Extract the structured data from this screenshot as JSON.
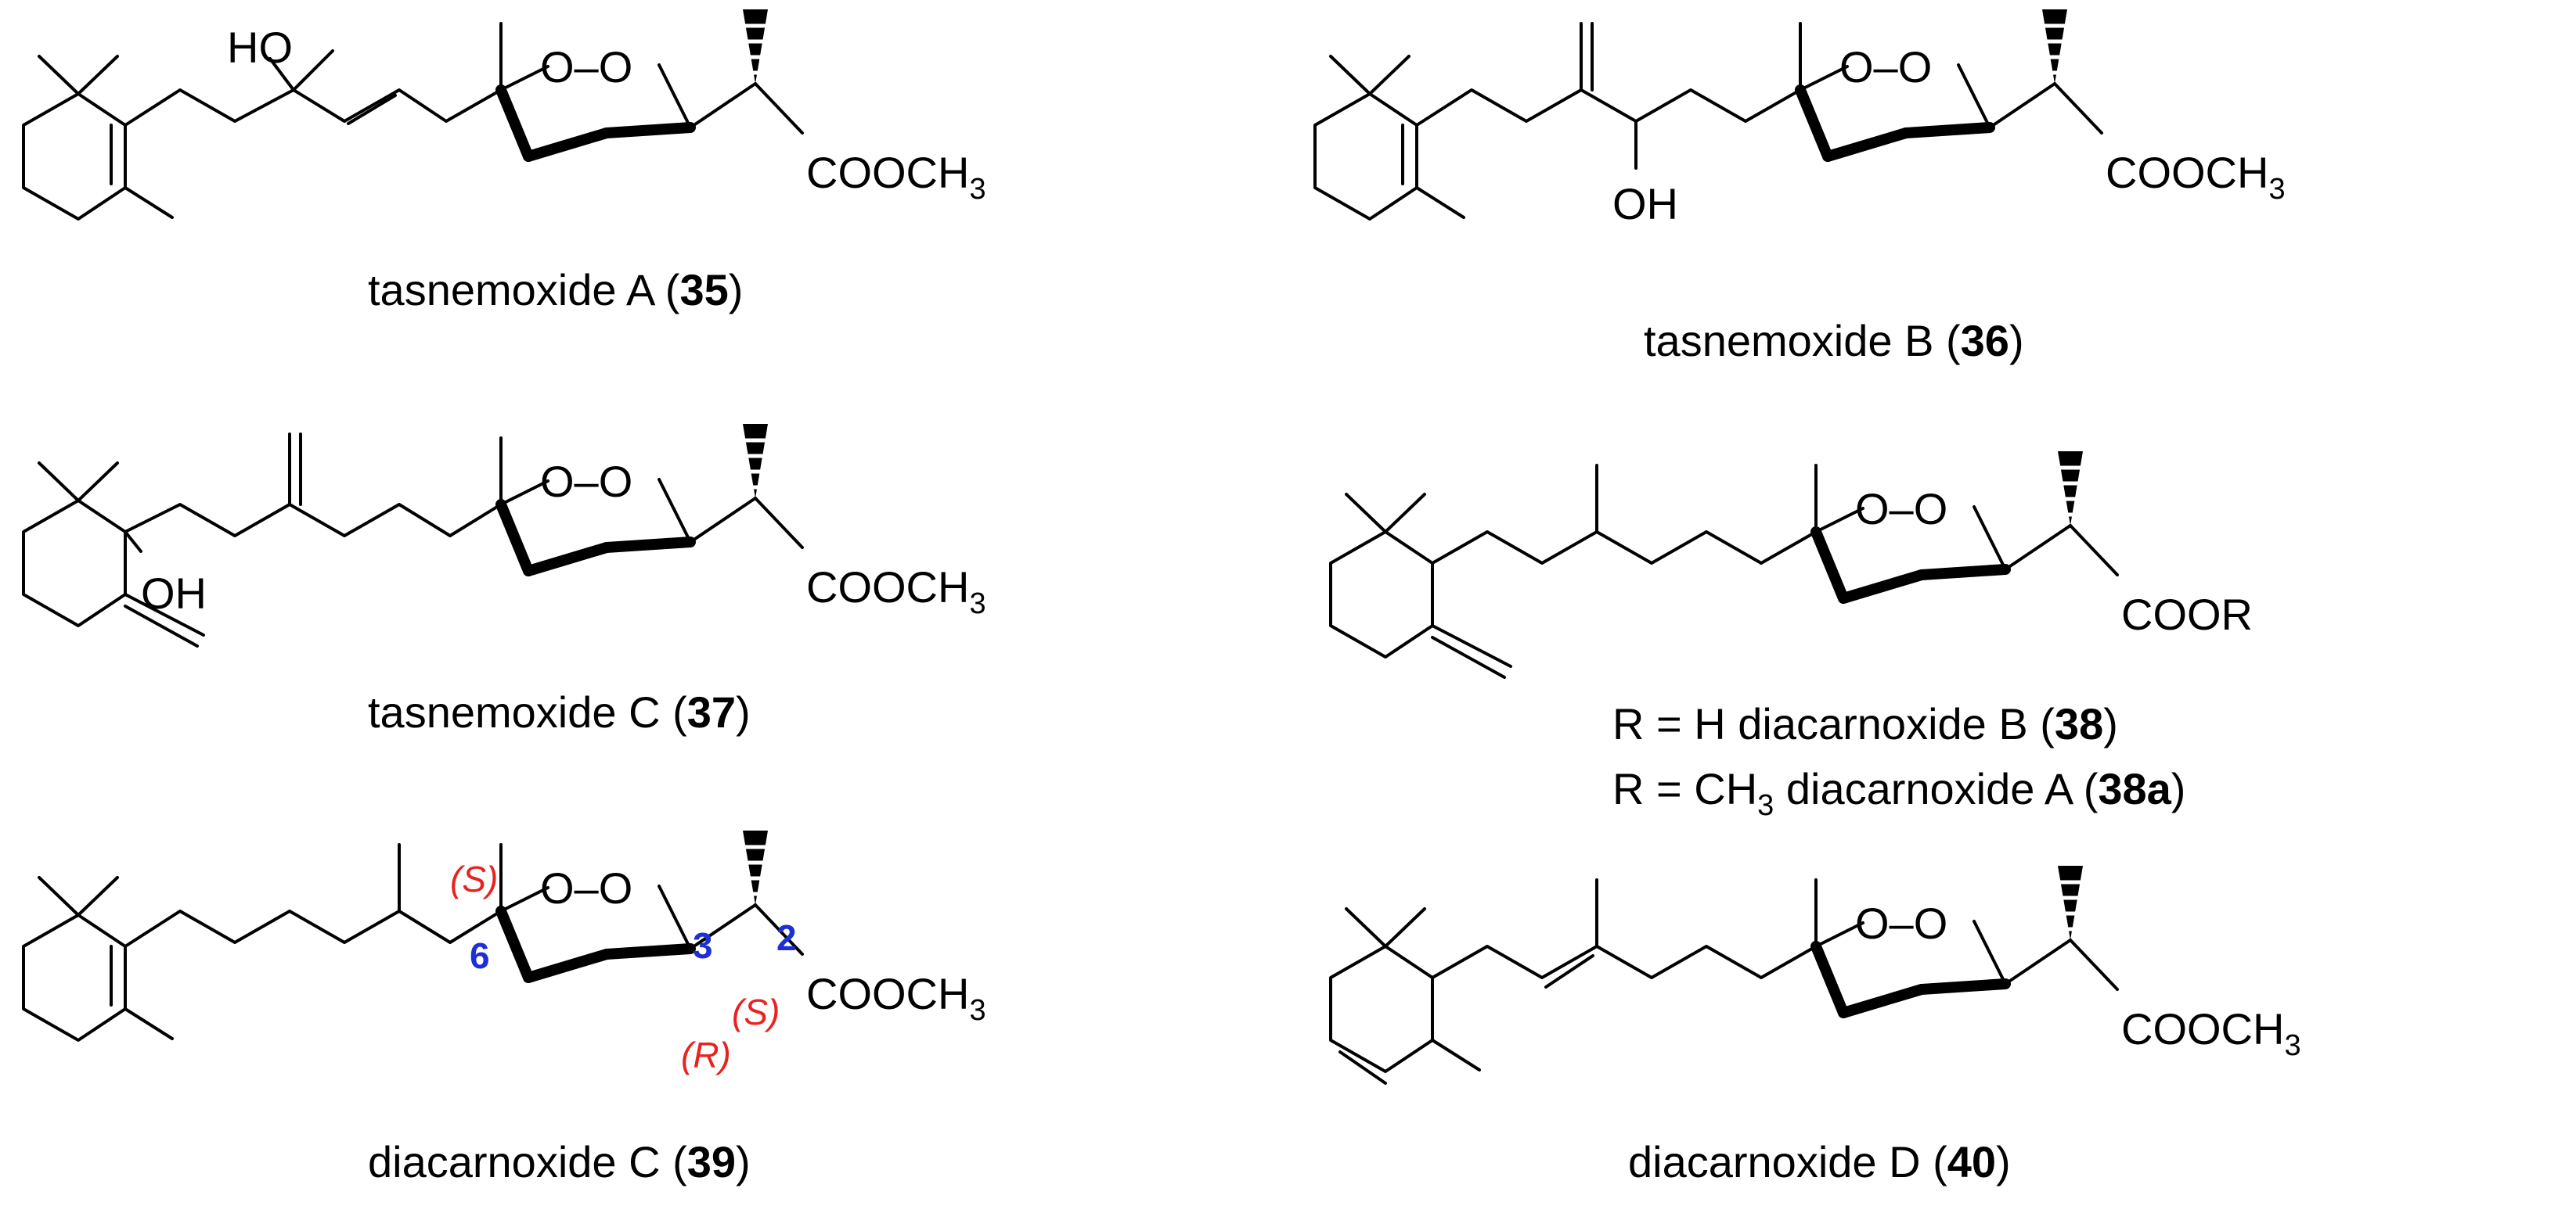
{
  "compounds": [
    {
      "id": "35",
      "name_prefix": "tasnemoxide A (",
      "number": "35",
      "name_suffix": ")",
      "labels": {
        "oh": "HO",
        "oo": "O–O",
        "ester": "COOCH",
        "sub": "3"
      }
    },
    {
      "id": "36",
      "name_prefix": "tasnemoxide B (",
      "number": "36",
      "name_suffix": ")",
      "labels": {
        "oh": "OH",
        "oo": "O–O",
        "ester": "COOCH",
        "sub": "3"
      }
    },
    {
      "id": "37",
      "name_prefix": "tasnemoxide C (",
      "number": "37",
      "name_suffix": ")",
      "labels": {
        "oh": "OH",
        "oo": "O–O",
        "ester": "COOCH",
        "sub": "3"
      }
    },
    {
      "id": "38",
      "labels": {
        "oo": "O–O",
        "ester": "COOR"
      },
      "variant_b": {
        "prefix": "R = H diacarnoxide B (",
        "number": "38",
        "suffix": ")"
      },
      "variant_a": {
        "r": "R = CH",
        "sub": "3",
        "prefix": " diacarnoxide A (",
        "number": "38a",
        "suffix": ")"
      }
    },
    {
      "id": "39",
      "name_prefix": "diacarnoxide C (",
      "number": "39",
      "name_suffix": ")",
      "labels": {
        "oo": "O–O",
        "ester": "COOCH",
        "sub": "3"
      },
      "stereo": {
        "c6": "(S)",
        "c3": "(R)",
        "c2": "(S)"
      },
      "locants": {
        "c6": "6",
        "c3": "3",
        "c2": "2"
      }
    },
    {
      "id": "40",
      "name_prefix": "diacarnoxide D (",
      "number": "40",
      "name_suffix": ")",
      "labels": {
        "oo": "O–O",
        "ester": "COOCH",
        "sub": "3"
      }
    }
  ],
  "colors": {
    "stereo_descriptor": "#e8231f",
    "locant": "#1f2fd6",
    "bond": "#000000"
  }
}
